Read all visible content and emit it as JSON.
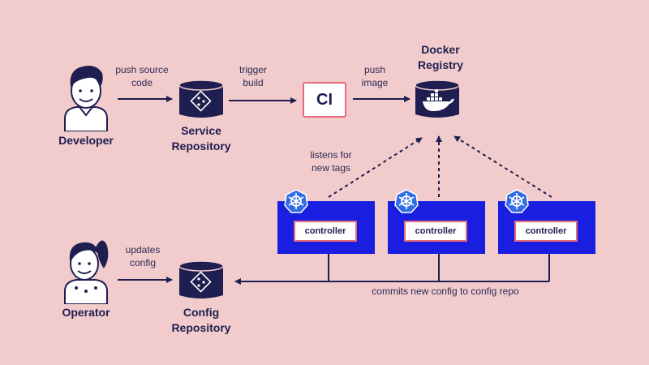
{
  "actors": {
    "developer": "Developer",
    "operator": "Operator"
  },
  "stores": {
    "service_repo": "Service\nRepository",
    "config_repo": "Config\nRepository",
    "docker_registry": "Docker\nRegistry"
  },
  "ci_label": "CI",
  "edge_labels": {
    "push_source_code": "push source\ncode",
    "trigger_build": "trigger\nbuild",
    "push_image": "push\nimage",
    "listens_for_new_tags": "listens for\nnew tags",
    "updates_config": "updates\nconfig",
    "commits_new_config": "commits new config to config repo"
  },
  "controllers": [
    "controller",
    "controller",
    "controller"
  ],
  "colors": {
    "background": "#f2cccc",
    "navy": "#1e1e50",
    "controller_blue": "#1a1ee0",
    "accent_pink": "#e56b7a",
    "k8s_blue": "#326ce5"
  },
  "icons": {
    "repo": "git-icon",
    "registry": "docker-whale-icon",
    "controller_badge": "kubernetes-helm-icon",
    "developer": "developer-avatar-icon",
    "operator": "operator-avatar-icon"
  }
}
